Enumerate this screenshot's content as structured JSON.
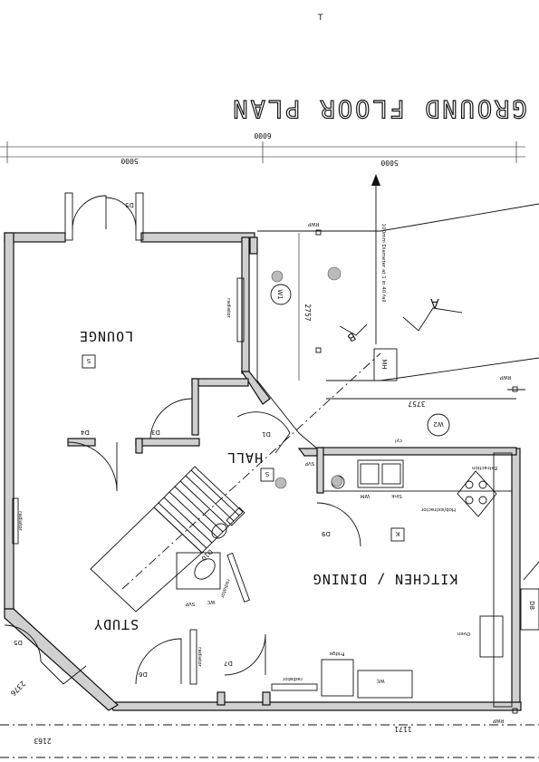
{
  "title": "GROUND FLOOR PLAN",
  "top_mark": "T",
  "rooms": {
    "lounge": "LOUNGE",
    "hall": "HALL",
    "study": "STUDY",
    "kitchen_dining": "KITCHEN / DINING"
  },
  "doors": {
    "d5_top": "D5",
    "d4": "D4",
    "d3": "D3",
    "d1": "D1",
    "d9": "D9",
    "d6": "D6",
    "d7": "D7",
    "d8": "D8",
    "d5_bottom": "D5",
    "d10": "D10"
  },
  "windows": {
    "w1": "W1",
    "w2": "W2",
    "mh": "MH"
  },
  "markers": {
    "s_lounge": "S",
    "s_hall": "S",
    "k_kitchen": "K",
    "section_a": "A",
    "section_b": "B"
  },
  "dimensions": {
    "d6000": "6000",
    "d5000_left": "5000",
    "d5000_right": "5000",
    "d2757": "2757",
    "d3757": "3757",
    "d1171": "1171",
    "d2163": "2163",
    "d2376": "2376"
  },
  "annotations": {
    "drain": "100mm Diameter at 1 in 40 fall",
    "rwp1": "RWP",
    "rwp2": "RWP",
    "rwp3": "RWP",
    "svp1": "SVP",
    "svp2": "SVP",
    "radiator1": "radiator",
    "radiator2": "radiator",
    "radiator3": "radiator",
    "radiator4": "radiator",
    "radiator5": "radiator",
    "extraction": "Extraction",
    "hob": "Hob/extractor",
    "sink": "Sink",
    "wm": "WM",
    "oven": "Oven",
    "fridge": "Fridge",
    "wc1": "WC",
    "wc2": "WC",
    "cyl": "cyl"
  }
}
